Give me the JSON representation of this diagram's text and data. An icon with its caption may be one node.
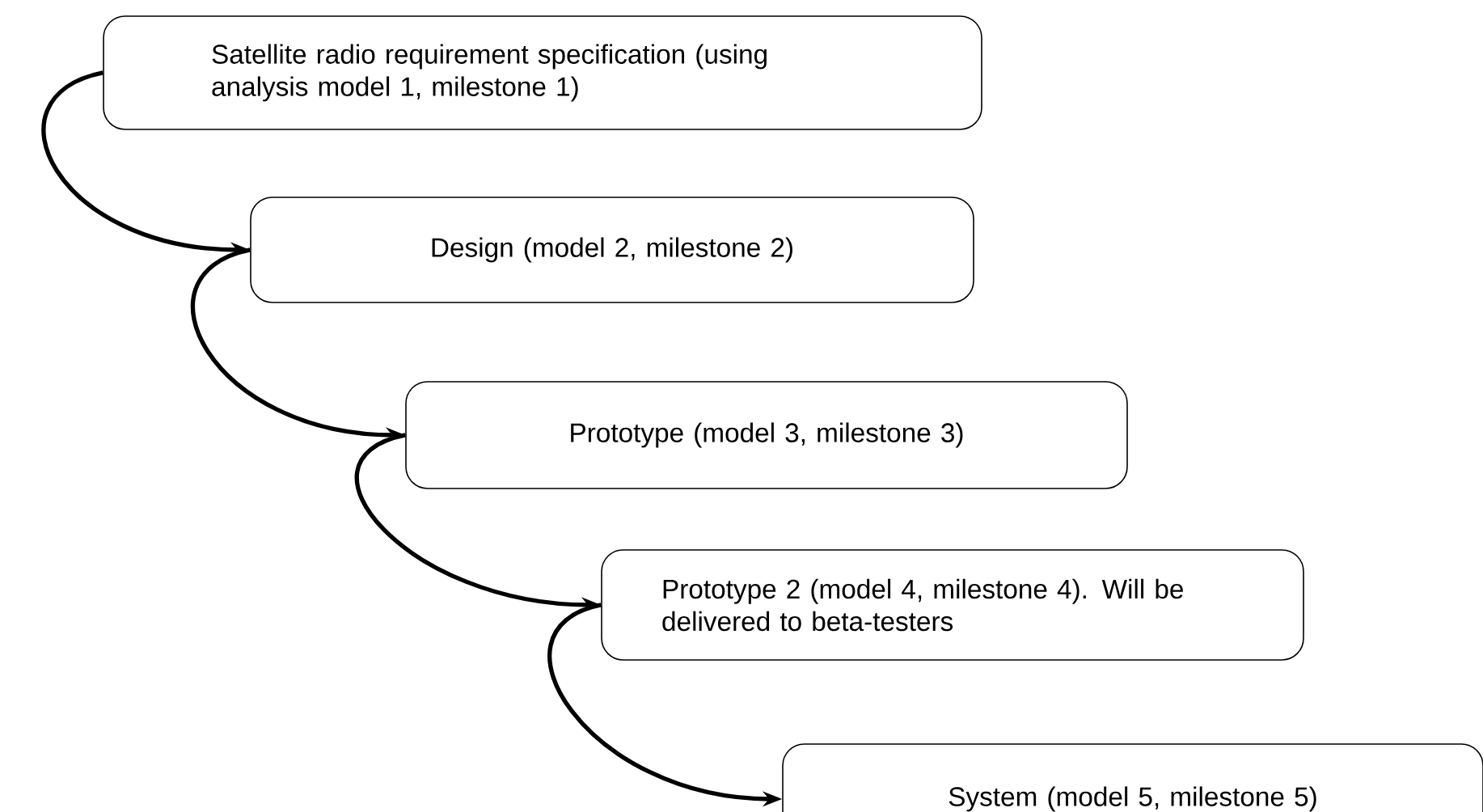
{
  "diagram": {
    "nodes": [
      {
        "text": [
          "Satellite radio requirement specification (using analysis model 1, milestone 1)"
        ]
      },
      {
        "text": [
          "Design (model 2, milestone 2)"
        ]
      },
      {
        "text": [
          "Prototype (model 3, milestone 3)"
        ]
      },
      {
        "text": [
          "Prototype 2 (model 4, milestone 4). Will be delivered to beta-testers"
        ]
      },
      {
        "text": [
          "System (model 5, milestone 5)"
        ]
      }
    ],
    "edges": [
      {
        "from": 0,
        "to": 1,
        "arrow": "to"
      },
      {
        "from": 1,
        "to": 2,
        "arrow": "to"
      },
      {
        "from": 2,
        "to": 3,
        "arrow": "to"
      },
      {
        "from": 3,
        "to": 4,
        "arrow": "to"
      }
    ]
  }
}
